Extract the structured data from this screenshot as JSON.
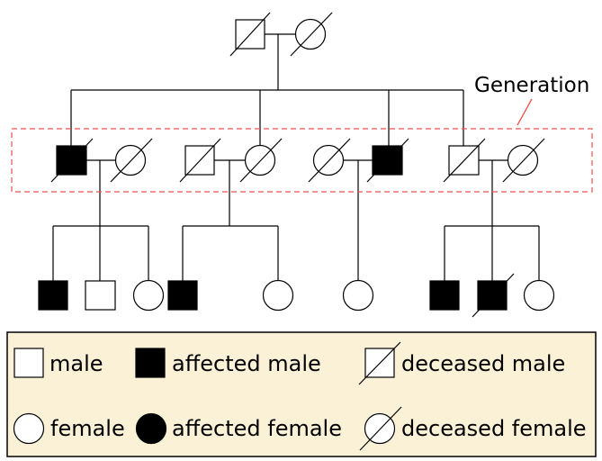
{
  "annotation": {
    "label": "Generation",
    "color": "#ef5050"
  },
  "legend": {
    "background": "#fbf1d6",
    "items": {
      "male": "male",
      "affected_male": "affected male",
      "deceased_male": "deceased male",
      "female": "female",
      "affected_female": "affected female",
      "deceased_female": "deceased female"
    }
  },
  "colors": {
    "line": "#000000",
    "affected_fill": "#000000",
    "unaffected_fill": "#ffffff"
  },
  "pedigree": {
    "generation_1": [
      {
        "sex": "male",
        "affected": false,
        "deceased": true
      },
      {
        "sex": "female",
        "affected": false,
        "deceased": true
      }
    ],
    "generation_2": [
      {
        "sex": "male",
        "affected": true,
        "deceased": true
      },
      {
        "sex": "female",
        "affected": false,
        "deceased": true
      },
      {
        "sex": "male",
        "affected": false,
        "deceased": true
      },
      {
        "sex": "female",
        "affected": false,
        "deceased": true
      },
      {
        "sex": "female",
        "affected": false,
        "deceased": true
      },
      {
        "sex": "male",
        "affected": true,
        "deceased": true
      },
      {
        "sex": "male",
        "affected": false,
        "deceased": true
      },
      {
        "sex": "female",
        "affected": false,
        "deceased": true
      }
    ],
    "generation_3": [
      {
        "sex": "male",
        "affected": true,
        "deceased": false
      },
      {
        "sex": "male",
        "affected": false,
        "deceased": false
      },
      {
        "sex": "female",
        "affected": false,
        "deceased": false
      },
      {
        "sex": "male",
        "affected": true,
        "deceased": false
      },
      {
        "sex": "female",
        "affected": false,
        "deceased": false
      },
      {
        "sex": "female",
        "affected": false,
        "deceased": false
      },
      {
        "sex": "male",
        "affected": true,
        "deceased": false
      },
      {
        "sex": "male",
        "affected": true,
        "deceased": true
      },
      {
        "sex": "female",
        "affected": false,
        "deceased": false
      }
    ]
  }
}
